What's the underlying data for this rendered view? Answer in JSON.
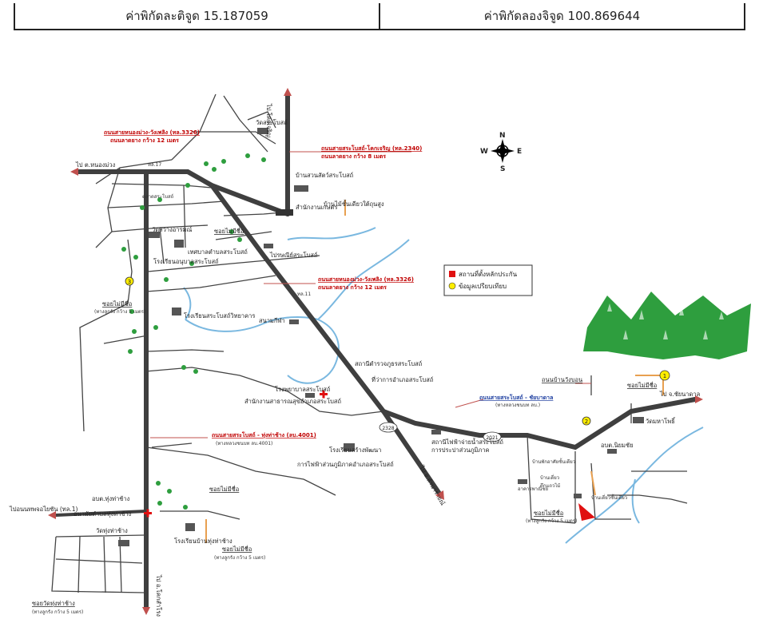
{
  "header": {
    "latitude_label": "ค่าพิกัดละติจูด 15.187059",
    "longitude_label": "ค่าพิกัดลองจิจูด 100.869644"
  },
  "compass": {
    "n": "N",
    "s": "S",
    "e": "E",
    "w": "W"
  },
  "legend": {
    "item_red": "สถานที่ตั้งหลักประกัน",
    "item_yellow": "ข้อมูลเปรียบเทียบ"
  },
  "labels": {
    "to_nongmuang": "ไป ต.หนองม่วง",
    "to_khokcharoen": "ไป โคกเจริญ",
    "to_chainat": "ไป จ.ชัยนาดาล",
    "to_lamnarai": "ไป อ.ลำนารายณ์",
    "to_ban_khoktoei": "ไปอนนทพจอไยชัน (ทล.1)",
    "to_khok_samrong": "ไป อ.โคกสำโรง",
    "road_3326_top": "ถนนสายหนองม่วง-วังเพลิง (ทล.3326)",
    "road_3326_top_w": "ถนนลาดยาง กว้าง 12 เมตร",
    "road_2340": "ถนนสายสระโบสถ์-โคกเจริญ (ทล.2340)",
    "road_2340_w": "ถนนลาดยาง กว้าง 8 เมตร",
    "road_3326_mid": "ถนนสายหนองม่วง-วังเพลิง (ทล.3326)",
    "road_3326_mid_w": "ถนนลาดยาง กว้าง 12 เมตร",
    "road_4001": "ถนนสายสระโบสถ์ - ทุ่งท่าช้าง (ลบ.4001)",
    "road_4001_w": "(ทางหลวงชนบท ลบ.4001)",
    "road_chainat": "ถนนสายสระโบสถ์ - ชัยบาดาล",
    "road_chainat_w": "(ทางหลวงชนบท ลบ.)",
    "road_wangbon": "ถนนบ้านวังบอน",
    "soi_mai_mi_chue_1": "ซอยไม่มีชื่อ",
    "soi_mai_mi_chue_2": "ซอยไม่มีชื่อ",
    "soi_mai_mi_chue_3": "ซอยไม่มีชื่อ",
    "soi_mai_mi_chue_4": "ซอยไม่มีชื่อ",
    "soi_mai_mi_chue_5": "ซอยไม่มีชื่อ",
    "soi_mai_mi_chue_6": "ซอยไม่มีชื่อ",
    "soi_wat_thung": "ซอยวัดทุ่งท่าช้าง",
    "soi_sub": "(ทางลูกรัง กว้าง 5 เมตร)",
    "wat_sraboat": "วัดสระโบสถ์",
    "hospital_pet": "บ้านสวนสัตว์สระโบสถ์",
    "kaset": "สำนักงานเกษตร",
    "ban_pak": "บ้านไม้ชั้นเดียวใต้ถุนสูง",
    "plang": "ตลาดสระโบสถ์",
    "wat_sawang": "วัดสว่างอารมณ์",
    "thesaban": "เทศบาลตำบลสระโบสถ์",
    "school_sraboat": "โรงเรียนอนุบาลสระโบสถ์",
    "post": "ไปรษณีย์สระโบสถ์",
    "school_wit": "โรงเรียนสระโบสถ์วิทยาคาร",
    "sanam": "สนามกีฬา",
    "police": "สถานีตำรวจภูธรสระโบสถ์",
    "amphoe": "ที่ว่าการอำเภอสระโบสถ์",
    "hospital": "โรงพยาบาลสระโบสถ์",
    "land_office": "สำนักงานสาธารณสุขอำเภอสระโบสถ์",
    "pea": "สถานีไฟฟ้าจ่ายน้ำสระโบสถ์",
    "water": "การประปาส่วนภูมิภาค",
    "electric": "การไฟฟ้าส่วนภูมิภาคอำเภอสระโบสถ์",
    "school_sang": "โรงเรียนสร้างพัฒนา",
    "obt_thung": "อบต.ทุ่งท่าช้าง",
    "clinic_thung": "อนามัยตำบลทุ่งท่าช้าง",
    "wat_thung": "วัดทุ่งท่าช้าง",
    "school_thung": "โรงเรียนบ้านทุ่งท่าช้าง",
    "wat_maha": "วัดมหาโพธิ์",
    "obt_niyom": "อบต.นิยมชัย",
    "house_1": "บ้านพักอาศัยชั้นเดียว",
    "house_2": "บ้านเดี่ยว",
    "house_3": "ตึกแถวไม้",
    "house_4": "อาคารพาณิชย์",
    "landmark_south": "บ้านเดี่ยวชั้นเดียว",
    "road_2328": "2328",
    "road_2021": "2021",
    "road_17": "ทล.17",
    "road_11": "ทล.11",
    "num_1": "1",
    "num_2": "2",
    "num_3": "3"
  },
  "colors": {
    "road_main": "#3f3f3f",
    "road_minor": "#444444",
    "water": "#7ab8e0",
    "tree": "#2e9e3e",
    "red_marker": "#e01010",
    "yellow_marker": "#ffee00",
    "leader_line": "#c0504d",
    "orange_soi": "#e8a050"
  }
}
